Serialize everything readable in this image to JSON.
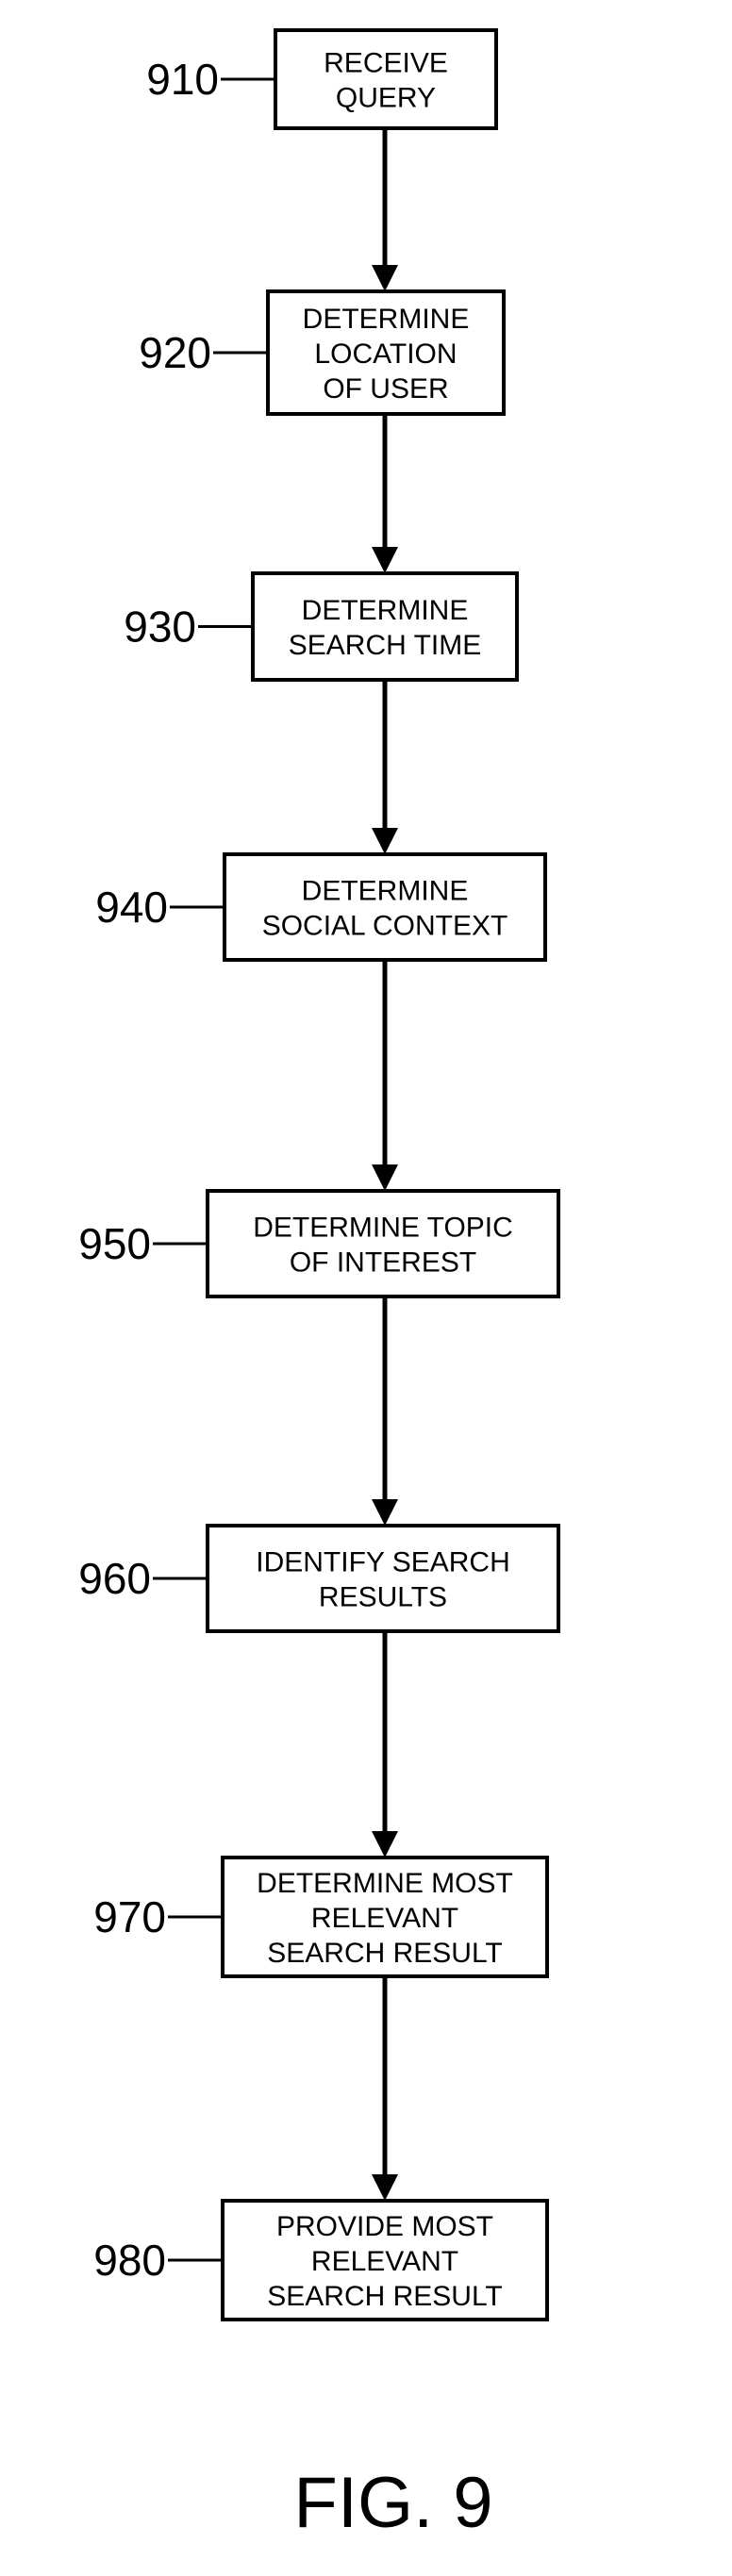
{
  "figure_label": "FIG. 9",
  "steps": [
    {
      "ref": "910",
      "lines": [
        "RECEIVE",
        "QUERY"
      ]
    },
    {
      "ref": "920",
      "lines": [
        "DETERMINE",
        "LOCATION",
        "OF USER"
      ]
    },
    {
      "ref": "930",
      "lines": [
        "DETERMINE",
        "SEARCH TIME"
      ]
    },
    {
      "ref": "940",
      "lines": [
        "DETERMINE",
        "SOCIAL CONTEXT"
      ]
    },
    {
      "ref": "950",
      "lines": [
        "DETERMINE TOPIC",
        "OF INTEREST"
      ]
    },
    {
      "ref": "960",
      "lines": [
        "IDENTIFY SEARCH",
        "RESULTS"
      ]
    },
    {
      "ref": "970",
      "lines": [
        "DETERMINE MOST",
        "RELEVANT",
        "SEARCH RESULT"
      ]
    },
    {
      "ref": "980",
      "lines": [
        "PROVIDE MOST",
        "RELEVANT",
        "SEARCH RESULT"
      ]
    }
  ]
}
